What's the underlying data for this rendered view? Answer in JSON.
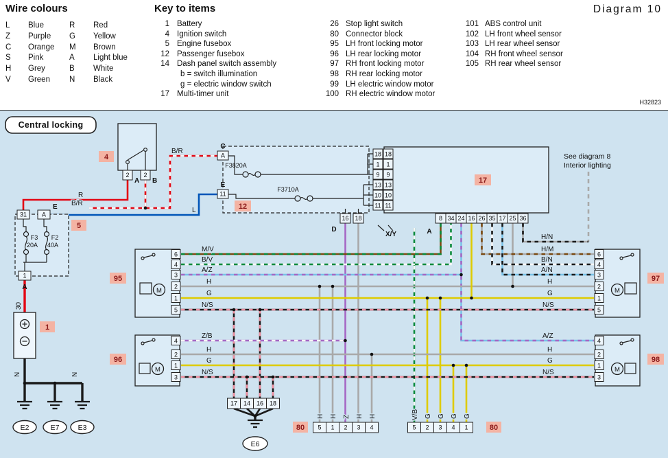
{
  "header": {
    "diagram_title": "Diagram 10",
    "ref_code": "H32823",
    "wire_colours": {
      "title": "Wire colours",
      "col1": [
        {
          "code": "L",
          "name": "Blue"
        },
        {
          "code": "Z",
          "name": "Purple"
        },
        {
          "code": "C",
          "name": "Orange"
        },
        {
          "code": "S",
          "name": "Pink"
        },
        {
          "code": "H",
          "name": "Grey"
        },
        {
          "code": "V",
          "name": "Green"
        }
      ],
      "col2": [
        {
          "code": "R",
          "name": "Red"
        },
        {
          "code": "G",
          "name": "Yellow"
        },
        {
          "code": "M",
          "name": "Brown"
        },
        {
          "code": "A",
          "name": "Light blue"
        },
        {
          "code": "B",
          "name": "White"
        },
        {
          "code": "N",
          "name": "Black"
        }
      ]
    },
    "key_to_items": {
      "title": "Key to items",
      "col1": [
        {
          "num": "1",
          "label": "Battery"
        },
        {
          "num": "4",
          "label": "Ignition switch"
        },
        {
          "num": "5",
          "label": "Engine fusebox"
        },
        {
          "num": "12",
          "label": "Passenger fusebox"
        },
        {
          "num": "14",
          "label": "Dash panel switch assembly"
        },
        {
          "num": "",
          "label": "b = switch illumination"
        },
        {
          "num": "",
          "label": "g = electric window switch"
        },
        {
          "num": "17",
          "label": "Multi-timer unit"
        }
      ],
      "col2": [
        {
          "num": "26",
          "label": "Stop light switch"
        },
        {
          "num": "80",
          "label": "Connector block"
        },
        {
          "num": "95",
          "label": "LH front locking motor"
        },
        {
          "num": "96",
          "label": "LH rear locking motor"
        },
        {
          "num": "97",
          "label": "RH front locking motor"
        },
        {
          "num": "98",
          "label": "RH rear locking motor"
        },
        {
          "num": "99",
          "label": "LH electric window motor"
        },
        {
          "num": "100",
          "label": "RH electric window motor"
        }
      ],
      "col3": [
        {
          "num": "101",
          "label": "ABS control unit"
        },
        {
          "num": "102",
          "label": "LH front wheel sensor"
        },
        {
          "num": "103",
          "label": "LH rear wheel sensor"
        },
        {
          "num": "104",
          "label": "RH front wheel sensor"
        },
        {
          "num": "105",
          "label": "RH rear wheel sensor"
        }
      ]
    }
  },
  "diagram": {
    "section_label": "Central locking",
    "note": {
      "line1": "See diagram 8",
      "line2": "Interior lighting"
    },
    "battery": {
      "badge": "1",
      "net_30": "30",
      "net_n_left": "N",
      "net_n_right": "N"
    },
    "ignition": {
      "badge": "4",
      "t_left": "2",
      "t_right": "2",
      "conn_left": "A",
      "conn_right": "B"
    },
    "engine_fusebox": {
      "badge": "5",
      "t31": "31",
      "tA": "A",
      "connE": "E",
      "f1": "F3",
      "f1a": "20A",
      "f2": "F2",
      "f2a": "40A",
      "t1": "1",
      "connA": "A"
    },
    "passenger_fusebox": {
      "badge": "12",
      "connC": "C",
      "tA": "A",
      "connE": "E",
      "t11": "11",
      "fuse1": "F3820A",
      "fuse2": "F3710A",
      "t16": "16",
      "t18": "18",
      "connD": "D"
    },
    "timer": {
      "badge": "17",
      "xy_label": "X/Y",
      "conn_a_label": "A",
      "left_terms": [
        "18",
        "1",
        "9",
        "13",
        "10",
        "11"
      ],
      "bottom_terms": [
        "8",
        "34",
        "24",
        "16",
        "26",
        "35",
        "17",
        "25",
        "36"
      ]
    },
    "motor95": {
      "badge": "95",
      "m": "M",
      "terms": [
        "6",
        "4",
        "3",
        "2",
        "1",
        "5"
      ]
    },
    "motor96": {
      "badge": "96",
      "m": "M",
      "terms": [
        "4",
        "2",
        "1",
        "3"
      ]
    },
    "motor97": {
      "badge": "97",
      "m": "M",
      "terms": [
        "6",
        "4",
        "3",
        "2",
        "1",
        "5"
      ]
    },
    "motor98": {
      "badge": "98",
      "m": "M",
      "terms": [
        "4",
        "2",
        "1",
        "3"
      ]
    },
    "wire_labels": {
      "r": "R",
      "br": "B/R",
      "br2": "B/R",
      "l": "L",
      "mv": "M/V",
      "bv": "B/V",
      "az_l": "A/Z",
      "h95": "H",
      "g95": "G",
      "ns95": "N/S",
      "zb": "Z/B",
      "h96": "H",
      "g96": "G",
      "ns96": "N/S",
      "hn": "H/N",
      "hm": "H/M",
      "bn": "B/N",
      "an": "A/N",
      "h97": "H",
      "g97": "G",
      "ns97": "N/S",
      "az_r": "A/Z",
      "h98": "H",
      "g98": "G",
      "ns98": "N/S",
      "v80l": [
        "H",
        "H",
        "Z",
        "H",
        "H"
      ],
      "v80r": [
        "V/B",
        "G",
        "G",
        "G",
        "G"
      ]
    },
    "grounds": {
      "e2": "E2",
      "e7": "E7",
      "e3": "E3",
      "e6": "E6"
    },
    "ground_connector": [
      "17",
      "14",
      "16",
      "18"
    ],
    "conn80_left": {
      "badge": "80",
      "terms": [
        "5",
        "1",
        "2",
        "3",
        "4"
      ]
    },
    "conn80_right": {
      "badge": "80",
      "terms": [
        "5",
        "2",
        "3",
        "4",
        "1"
      ]
    }
  },
  "palette": {
    "background": "#cfe3f0",
    "component_fill": "#dcecf7",
    "badge_fill": "#f4b3a3",
    "badge_text": "#8b1a1a",
    "red": "#e30613",
    "blue": "#0055b8",
    "black": "#1a1a1a",
    "grey": "#a9a9a9",
    "yellow": "#decb00",
    "green": "#0a8a3c",
    "brown": "#7b4a12",
    "purple": "#a668c4",
    "light_blue": "#79c2e8",
    "pink": "#f08fa0",
    "white": "#f7f7f7"
  }
}
